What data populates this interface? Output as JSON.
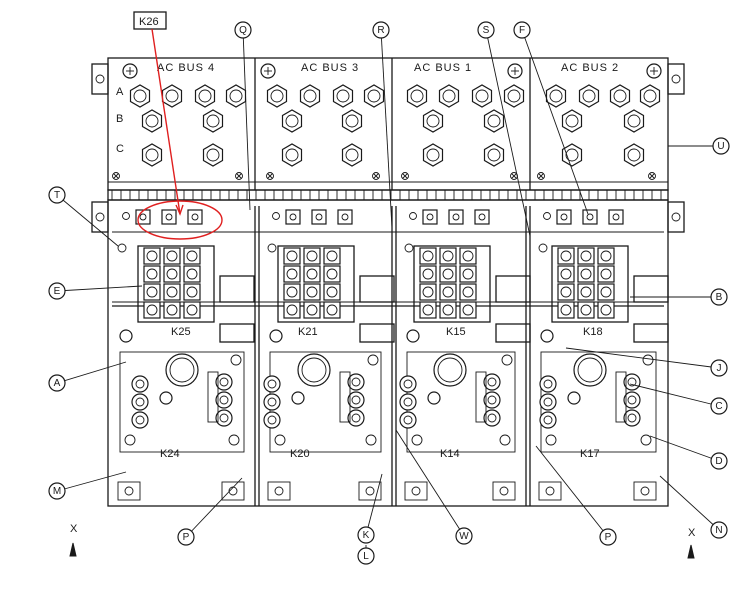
{
  "bus_labels": [
    "AC BUS 4",
    "AC BUS 3",
    "AC BUS 1",
    "AC BUS 2"
  ],
  "phase_labels": [
    "A",
    "B",
    "C"
  ],
  "relay_upper": [
    "K25",
    "K21",
    "K15",
    "K18"
  ],
  "relay_lower": [
    "K24",
    "K20",
    "K14",
    "K17"
  ],
  "highlight_label": "K26",
  "callouts": {
    "Q": "Q",
    "R": "R",
    "S": "S",
    "F": "F",
    "U": "U",
    "T": "T",
    "E": "E",
    "B": "B",
    "A": "A",
    "J": "J",
    "C": "C",
    "D": "D",
    "M": "M",
    "N": "N",
    "P1": "P",
    "P2": "P",
    "K": "K",
    "L": "L",
    "W": "W"
  },
  "axis_marks": [
    "X",
    "X"
  ],
  "colors": {
    "line": "#1a1a1a",
    "highlight": "#e02020",
    "background": "#ffffff"
  }
}
